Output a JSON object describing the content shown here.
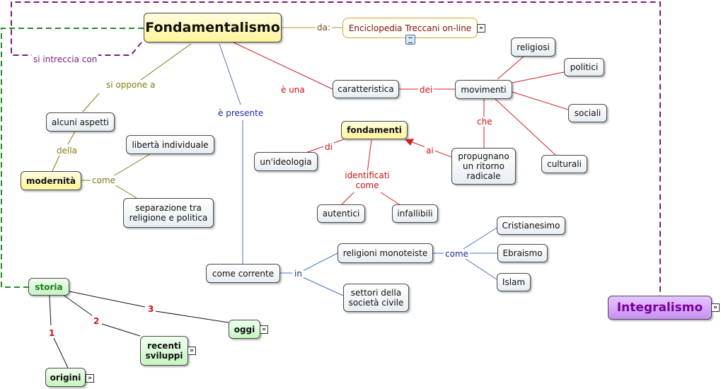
{
  "main_title": "Fondamentalismo",
  "nodes": {
    "integralismo": "Integralismo",
    "treccani": "Enciclopedia Treccani on-line",
    "caratteristica": "caratteristica",
    "movimenti": "movimenti",
    "religiosi": "religiosi",
    "politici": "politici",
    "sociali": "sociali",
    "culturali": "culturali",
    "fondamenti": "fondamenti",
    "ideologia": "un'ideologia",
    "propugnano": "propugnano un ritorno radicale",
    "autentici": "autentici",
    "infallibili": "infallibili",
    "alcuni_aspetti": "alcuni aspetti",
    "modernita": "modernità",
    "liberta": "libertà individuale",
    "separazione": "separazione tra religione e politica",
    "come_corrente": "come corrente",
    "religioni_monoteiste": "religioni monoteiste",
    "settori": "settori della società civile",
    "cristianesimo": "Cristianesimo",
    "ebraismo": "Ebraismo",
    "islam": "Islam",
    "storia": "storia",
    "origini": "origini",
    "recenti_sviluppi": "recenti sviluppi",
    "oggi": "oggi"
  },
  "links": {
    "da": "da:",
    "si_intreccia_con": "si intreccia con",
    "e_una": "è una",
    "dei": "dei",
    "che": "che",
    "ai": "ai",
    "di": "di",
    "identificati_come": "identificati come",
    "si_oppone_a": "si oppone a",
    "della": "della",
    "come_olive": "come",
    "e_presente": "è presente",
    "in": "in",
    "come_blue": "come",
    "n1": "1",
    "n2": "2",
    "n3": "3"
  },
  "icons": {
    "expand": "»"
  }
}
